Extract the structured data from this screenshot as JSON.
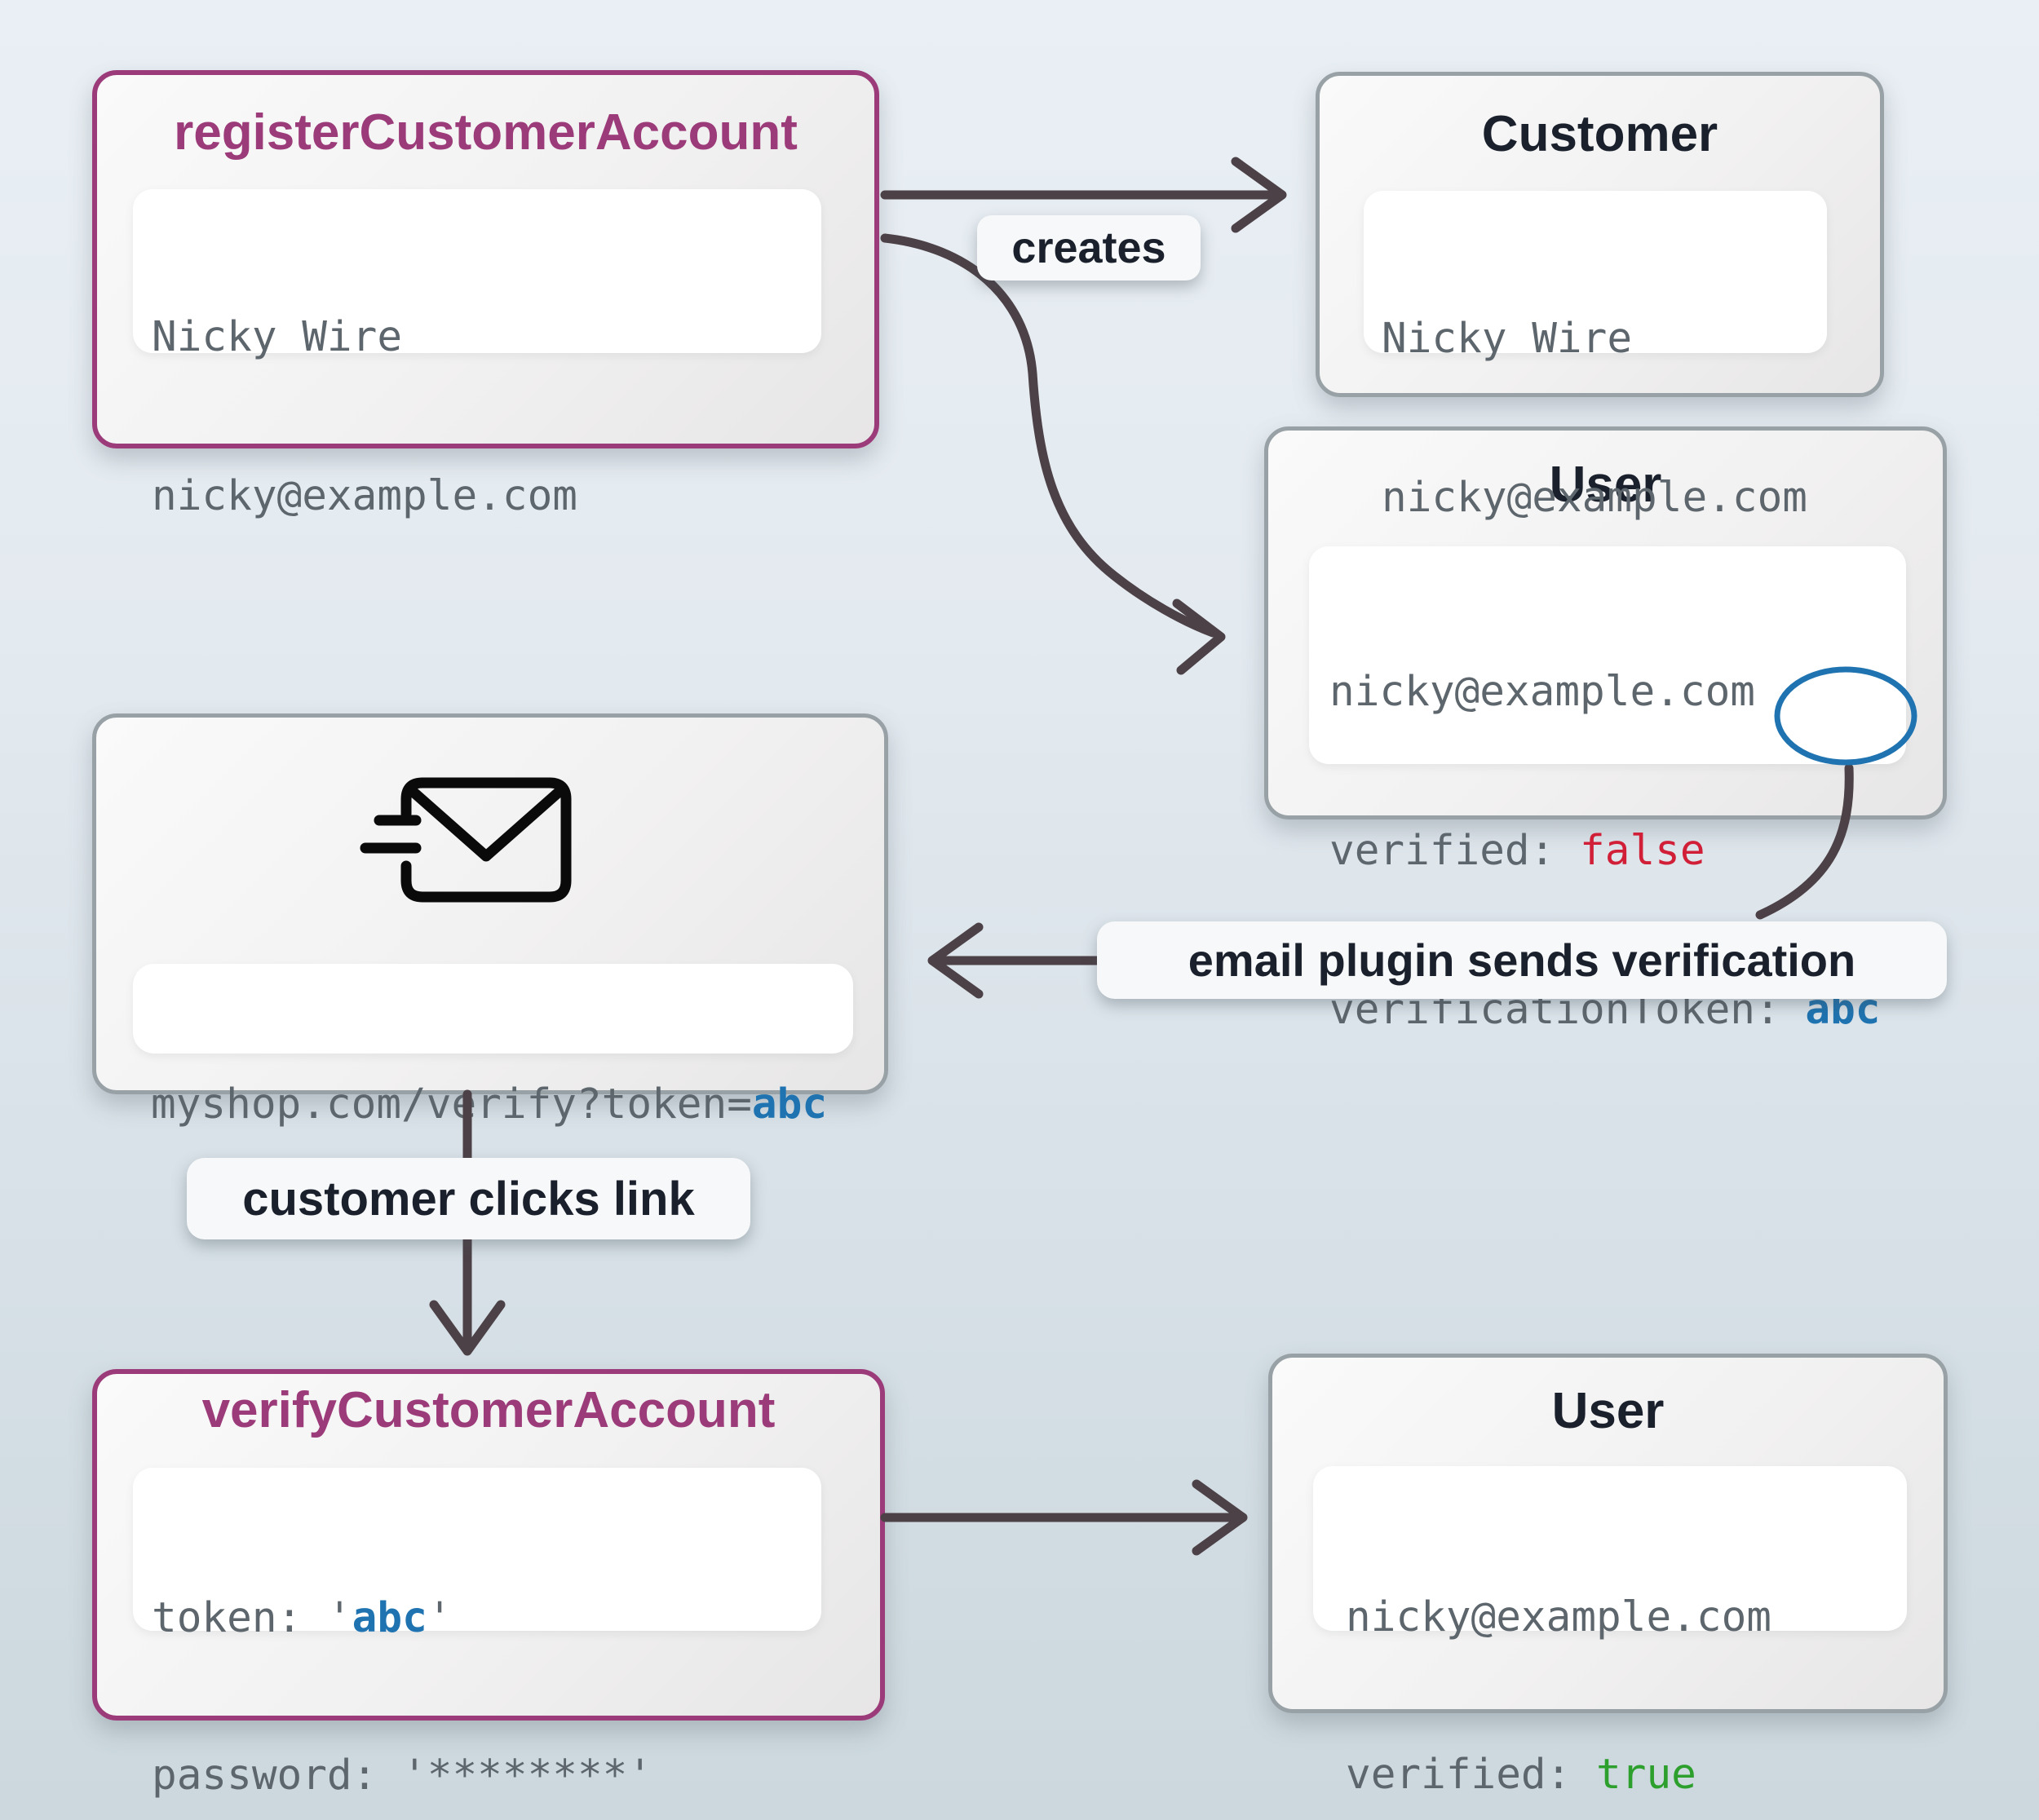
{
  "colors": {
    "background_top": "#e9eff4",
    "background_bottom": "#ccd8de",
    "accent_purple": "#9c3b79",
    "border_gray": "#98a1a6",
    "text_dark": "#1a212c",
    "code_gray": "#5d666c",
    "value_red": "#d01f37",
    "value_green": "#2d9f2d",
    "value_blue": "#1e73b0",
    "arrow": "#4c4146"
  },
  "nodes": {
    "register": {
      "title": "registerCustomerAccount",
      "name_line": "Nicky Wire",
      "email_line": "nicky@example.com"
    },
    "customer": {
      "title": "Customer",
      "name_line": "Nicky Wire",
      "email_line": "nicky@example.com"
    },
    "user_unverified": {
      "title": "User",
      "email_line": "nicky@example.com",
      "verified_label": "verified: ",
      "verified_value": "false",
      "token_label": "verificationToken: ",
      "token_value": "abc"
    },
    "email_message": {
      "icon": "send-email-icon",
      "url_prefix": "myshop.com/verify?token=",
      "url_token": "abc"
    },
    "verify": {
      "title": "verifyCustomerAccount",
      "token_label": "token: ",
      "quote": "'",
      "token_value": "abc",
      "password_label": "password: ",
      "password_value": "'********'"
    },
    "user_verified": {
      "title": "User",
      "email_line": "nicky@example.com",
      "verified_label": "verified: ",
      "verified_value": "true"
    }
  },
  "edge_labels": {
    "creates": "creates",
    "email_plugin": "email plugin sends verification",
    "customer_clicks": "customer clicks link"
  }
}
